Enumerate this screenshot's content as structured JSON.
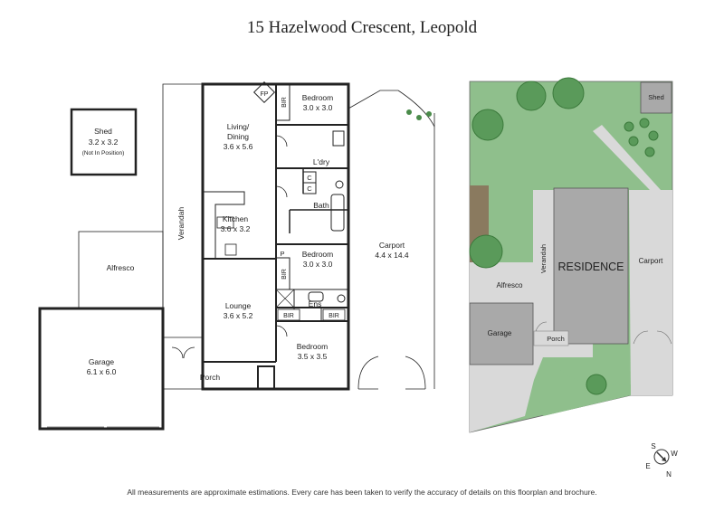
{
  "title": "15 Hazelwood Crescent, Leopold",
  "disclaimer": "All measurements are approximate estimations. Every care has been taken to verify the accuracy of details on this floorplan and brochure.",
  "floorplan": {
    "shed": {
      "name": "Shed",
      "size": "3.2 x 3.2",
      "note": "(Not In Position)"
    },
    "living": {
      "name": "Living/",
      "name2": "Dining",
      "size": "3.6 x 5.6"
    },
    "fp": "FP",
    "bir": "BIR",
    "bedroom1": {
      "name": "Bedroom",
      "size": "3.0 x 3.0"
    },
    "laundry": "L'dry",
    "c": "C",
    "bath": "Bath",
    "kitchen": {
      "name": "Kitchen",
      "size": "3.6 x 3.2"
    },
    "verandah": "Verandah",
    "p": "P",
    "bedroom2": {
      "name": "Bedroom",
      "size": "3.0 x 3.0"
    },
    "carport": {
      "name": "Carport",
      "size": "4.4 x 14.4"
    },
    "alfresco": "Alfresco",
    "lounge": {
      "name": "Lounge",
      "size": "3.6 x 5.2"
    },
    "ens": "Ens",
    "garage": {
      "name": "Garage",
      "size": "6.1 x 6.0"
    },
    "bedroom3": {
      "name": "Bedroom",
      "size": "3.5 x 3.5"
    },
    "porch": "Porch"
  },
  "siteplan": {
    "shed": "Shed",
    "residence": "RESIDENCE",
    "carport": "Carport",
    "verandah": "Verandah",
    "alfresco": "Alfresco",
    "garage": "Garage",
    "porch": "Porch"
  },
  "compass": {
    "s": "S",
    "w": "W",
    "e": "E",
    "n": "N"
  },
  "colors": {
    "lawn": "#8fbf8c",
    "paving": "#d9d9d9",
    "building": "#a9a9a9",
    "wall": "#222222"
  }
}
